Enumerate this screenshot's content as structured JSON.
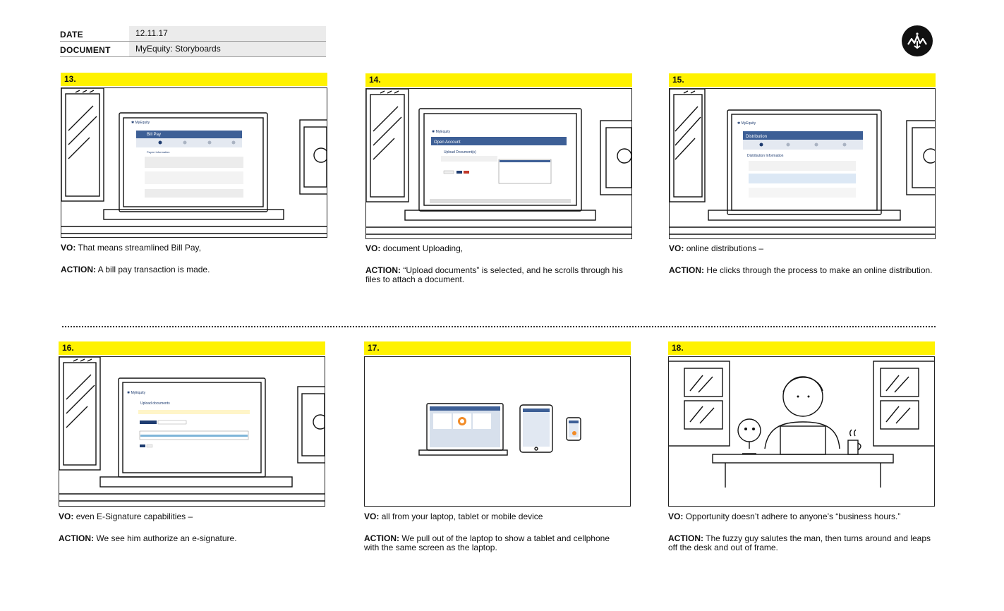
{
  "header": {
    "date_label": "DATE",
    "date_value": "12.11.17",
    "document_label": "DOCUMENT",
    "document_value": "MyEquity: Storyboards"
  },
  "panels": [
    {
      "number": "13.",
      "screen_title": "Bill Pay",
      "vo_label": "VO:",
      "vo_text": "That means streamlined Bill Pay,",
      "action_label": "ACTION:",
      "action_text": "A bill pay transaction is made."
    },
    {
      "number": "14.",
      "screen_title": "Open Account",
      "vo_label": "VO:",
      "vo_text": "document Uploading,",
      "action_label": "ACTION:",
      "action_text": "“Upload documents” is selected, and he scrolls through his files to attach a document."
    },
    {
      "number": "15.",
      "screen_title": "Distribution",
      "vo_label": "VO:",
      "vo_text": "online distributions –",
      "action_label": "ACTION:",
      "action_text": "He clicks through the process to make an online distribution."
    },
    {
      "number": "16.",
      "screen_title": "Upload documents",
      "vo_label": "VO:",
      "vo_text": "even E-Signature capabilities –",
      "action_label": "ACTION:",
      "action_text": "We see him authorize an e-signature."
    },
    {
      "number": "17.",
      "vo_label": "VO:",
      "vo_text": "all from your laptop, tablet or mobile device",
      "action_label": "ACTION:",
      "action_text": "We pull out of the laptop to show a tablet and cellphone with the same screen as the laptop."
    },
    {
      "number": "18.",
      "vo_label": "VO:",
      "vo_text": "Opportunity doesn’t adhere to anyone’s “business hours.”",
      "action_label": "ACTION:",
      "action_text": "The fuzzy guy salutes the man, then turns around and leaps off the desk and out of frame."
    }
  ]
}
